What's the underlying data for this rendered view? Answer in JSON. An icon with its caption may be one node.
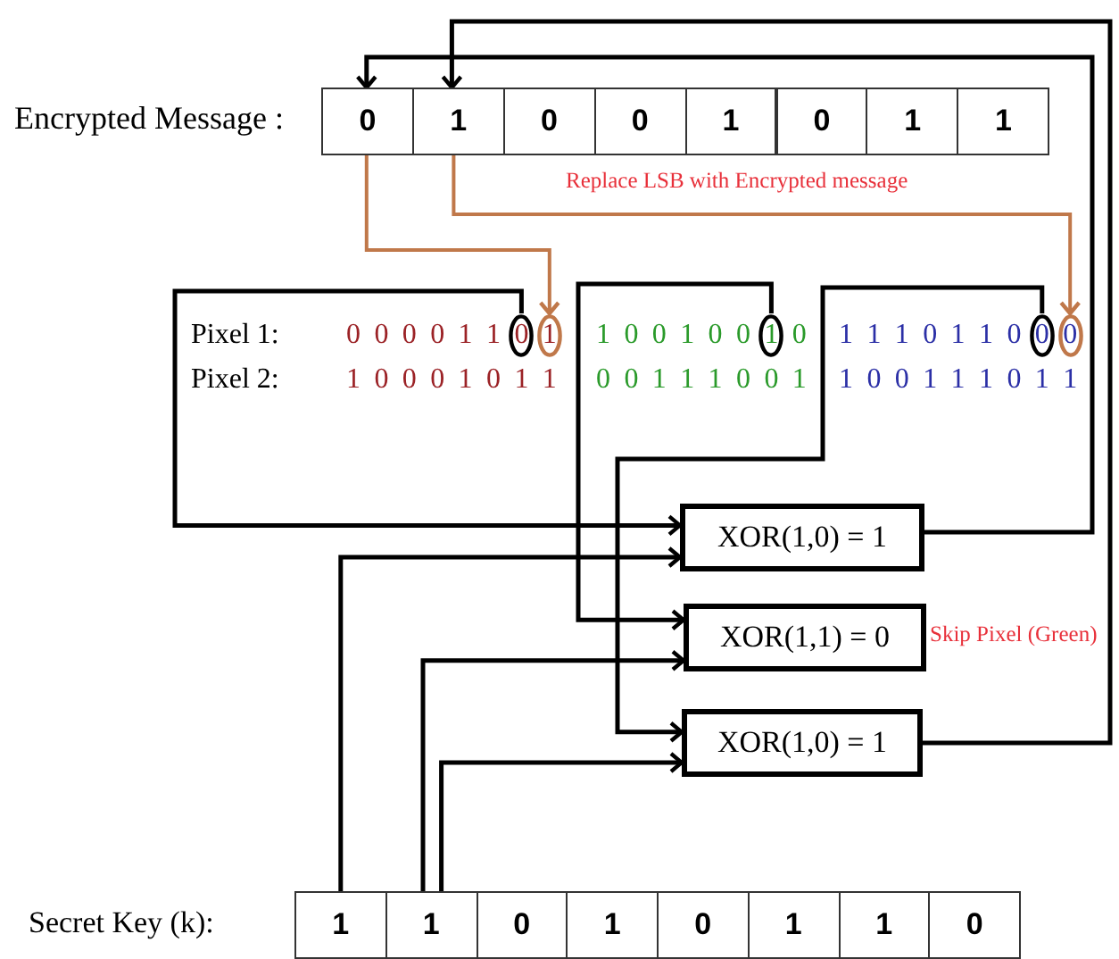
{
  "diagram": {
    "nodes": [
      {
        "text": [
          "0"
        ]
      },
      {
        "text": [
          "1"
        ]
      },
      {
        "text": [
          "0"
        ]
      },
      {
        "text": [
          "0"
        ]
      },
      {
        "text": [
          "1"
        ]
      },
      {
        "text": [
          "0"
        ]
      },
      {
        "text": [
          "1"
        ]
      },
      {
        "text": [
          "1"
        ]
      },
      {
        "text": [],
        "shape": "circle"
      },
      {
        "text": [],
        "shape": "circle"
      },
      {
        "text": [],
        "shape": "circle"
      },
      {
        "text": [],
        "shape": "circle"
      },
      {
        "text": [],
        "shape": "circle"
      },
      {
        "text": [
          "XOR(1,0) = 1"
        ]
      },
      {
        "text": [
          "XOR(1,1) = 0"
        ],
        "beside": [
          "Skip Pixel (Green)"
        ]
      },
      {
        "text": [
          "XOR(1,0) = 1"
        ]
      },
      {
        "text": [
          "1"
        ]
      },
      {
        "text": [
          "1"
        ]
      },
      {
        "text": [
          "0"
        ]
      },
      {
        "text": [
          "1"
        ]
      },
      {
        "text": [
          "0"
        ]
      },
      {
        "text": [
          "1"
        ]
      },
      {
        "text": [
          "1"
        ]
      },
      {
        "text": [
          "0"
        ]
      }
    ],
    "edges": [
      {
        "from": 0,
        "to": 9,
        "arrow": "to",
        "color": "#c0784a"
      },
      {
        "from": 1,
        "to": 12,
        "arrow": "to",
        "color": "#c0784a"
      },
      {
        "from": 8,
        "to": 13,
        "arrow": "to"
      },
      {
        "from": 10,
        "to": 14,
        "arrow": "to"
      },
      {
        "from": 11,
        "to": 15,
        "arrow": "to"
      },
      {
        "from": 16,
        "to": 13,
        "arrow": "to"
      },
      {
        "from": 17,
        "to": 14,
        "arrow": "to"
      },
      {
        "from": 17,
        "to": 15,
        "arrow": "to"
      },
      {
        "from": 13,
        "to": 0,
        "arrow": "to"
      },
      {
        "from": 15,
        "to": 1,
        "arrow": "to"
      }
    ],
    "labels": [
      "Encrypted Message :",
      "Replace LSB with Encrypted message",
      "Pixel 1:",
      "0 0 0 0 1 1 0 1",
      "1 0 0 1 0 0 1 0",
      "1 1 1 0 1 1 0 0 0",
      "Pixel 2:",
      "1 0 0 0 1 0 1 1",
      "0 0 1 1 1 0 0 1",
      "1 0 0 1 1 1 0 1 1",
      "Secret Key (k):"
    ]
  }
}
